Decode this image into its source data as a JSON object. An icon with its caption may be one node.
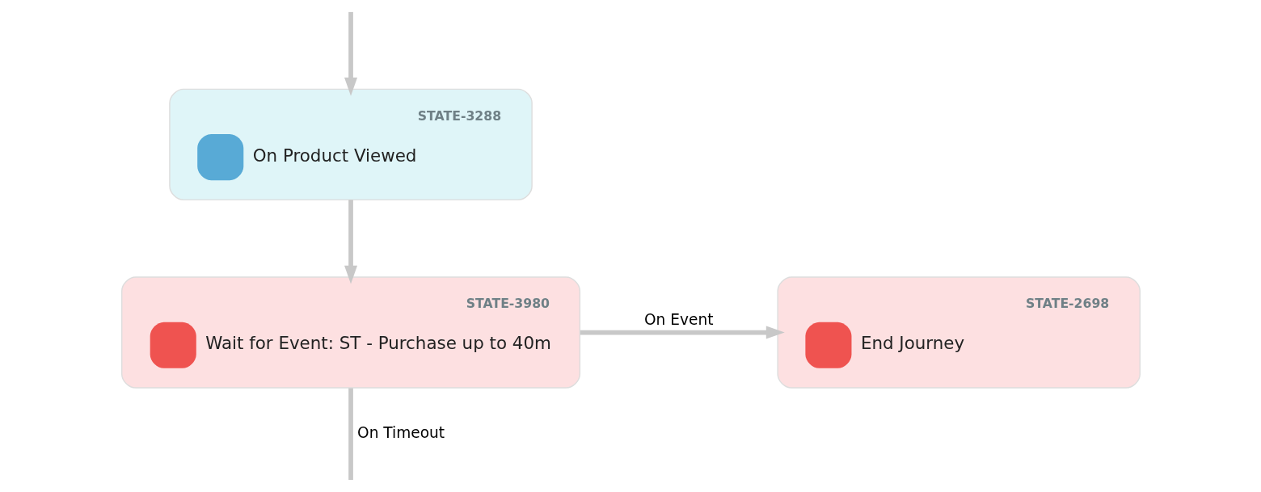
{
  "diagram": {
    "nodes": [
      {
        "text": [
          "STATE-3288",
          "On Product Viewed"
        ]
      },
      {
        "text": [
          "STATE-3980",
          "Wait for Event: ST - Purchase up to 40m"
        ]
      },
      {
        "text": [
          "STATE-2698",
          "End Journey"
        ]
      }
    ],
    "edges": [
      {
        "from": null,
        "to": 0,
        "arrow": "to"
      },
      {
        "from": 0,
        "to": 1,
        "arrow": "to"
      },
      {
        "from": 1,
        "to": 2,
        "arrow": "to",
        "label": "On Event"
      },
      {
        "from": 1,
        "to": null,
        "arrow": "none",
        "label": "On Timeout"
      }
    ]
  }
}
